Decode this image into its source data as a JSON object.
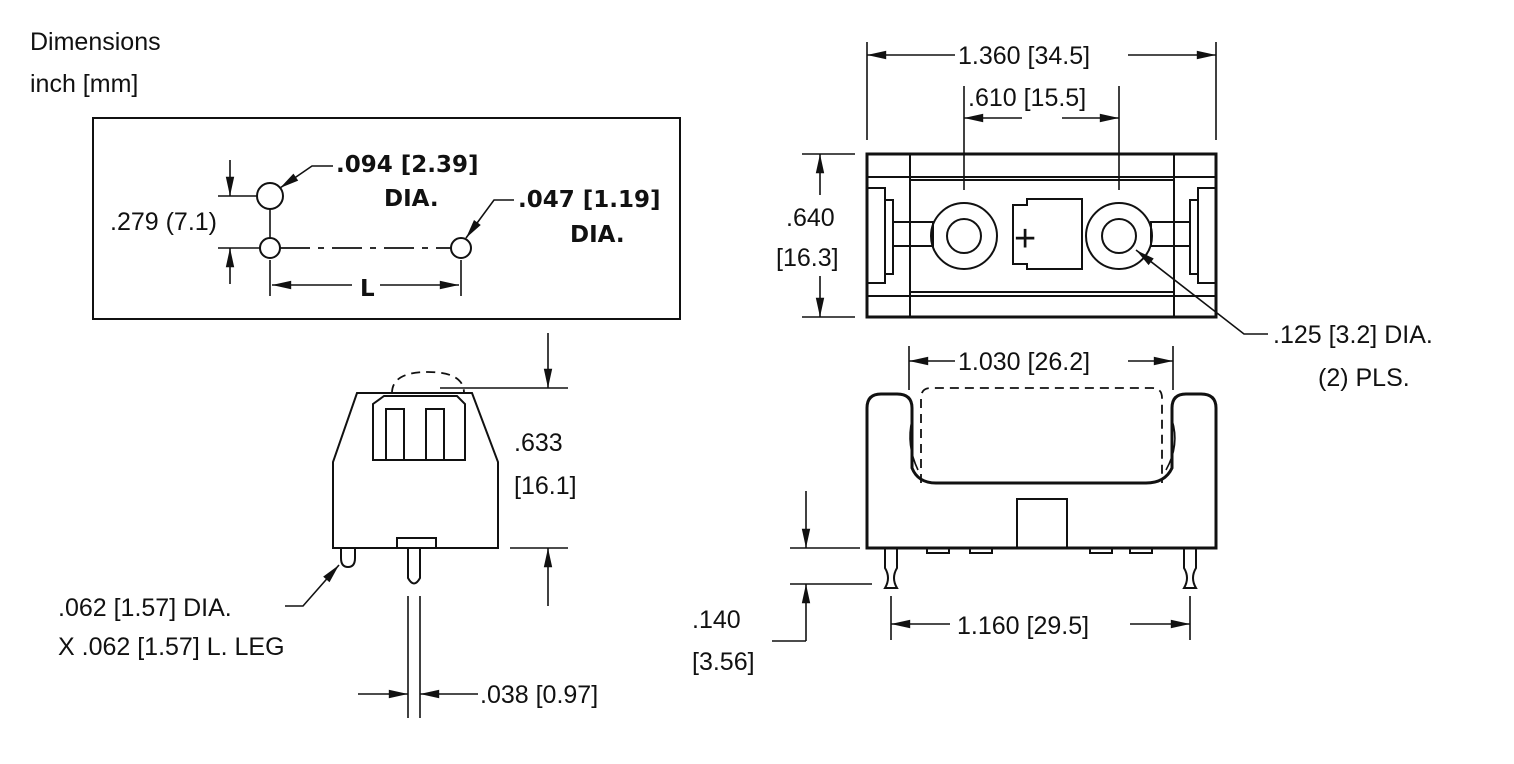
{
  "legend": {
    "line1": "Dimensions",
    "line2": "inch [mm]"
  },
  "pcb_layout": {
    "dia_large": ".094 [2.39]",
    "dia_large_suffix": "DIA.",
    "dia_small": ".047 [1.19]",
    "dia_small_suffix": "DIA.",
    "vertical": ".279 (7.1)",
    "spacing": "L"
  },
  "side_view": {
    "height_in": ".633",
    "height_mm": "[16.1]",
    "leg_line1": ".062 [1.57] DIA.",
    "leg_line2": "X .062 [1.57] L. LEG",
    "pin_width": ".038 [0.97]"
  },
  "top_view": {
    "overall_width": "1.360 [34.5]",
    "hole_spacing": ".610 [15.5]",
    "depth_in": ".640",
    "depth_mm": "[16.3]",
    "hole_dia_line1": ".125 [3.2] DIA.",
    "hole_dia_line2": "(2) PLS.",
    "plus_symbol": "+"
  },
  "front_view": {
    "inner_width": "1.030 [26.2]",
    "pin_spacing": "1.160 [29.5]",
    "pin_length_in": ".140",
    "pin_length_mm": "[3.56]"
  }
}
